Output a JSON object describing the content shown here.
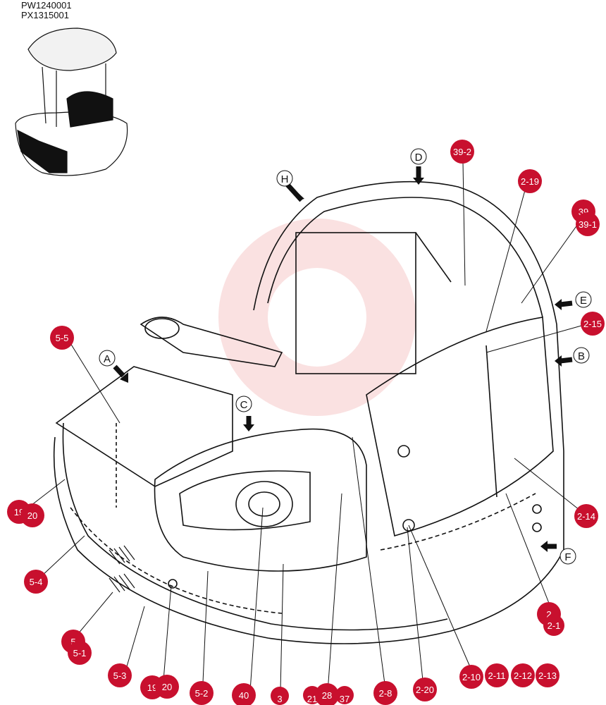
{
  "model_codes": [
    "PW1240001",
    "PX1315001"
  ],
  "colors": {
    "callout": "#c8102e",
    "line": "#111111",
    "watermark": "#f3b9b9"
  },
  "view_labels": [
    "H",
    "D",
    "E",
    "B",
    "F",
    "A",
    "C"
  ],
  "callouts": [
    "39-2",
    "2-19",
    "39",
    "39-1",
    "2-15",
    "2-14",
    "5-5",
    "19",
    "20",
    "5-4",
    "5",
    "5-1",
    "5-3",
    "19",
    "20",
    "5-2",
    "40",
    "3",
    "21",
    "28",
    "37",
    "2-8",
    "2-20",
    "2-10",
    "2-11",
    "2-12",
    "2-13",
    "2",
    "2-1"
  ]
}
